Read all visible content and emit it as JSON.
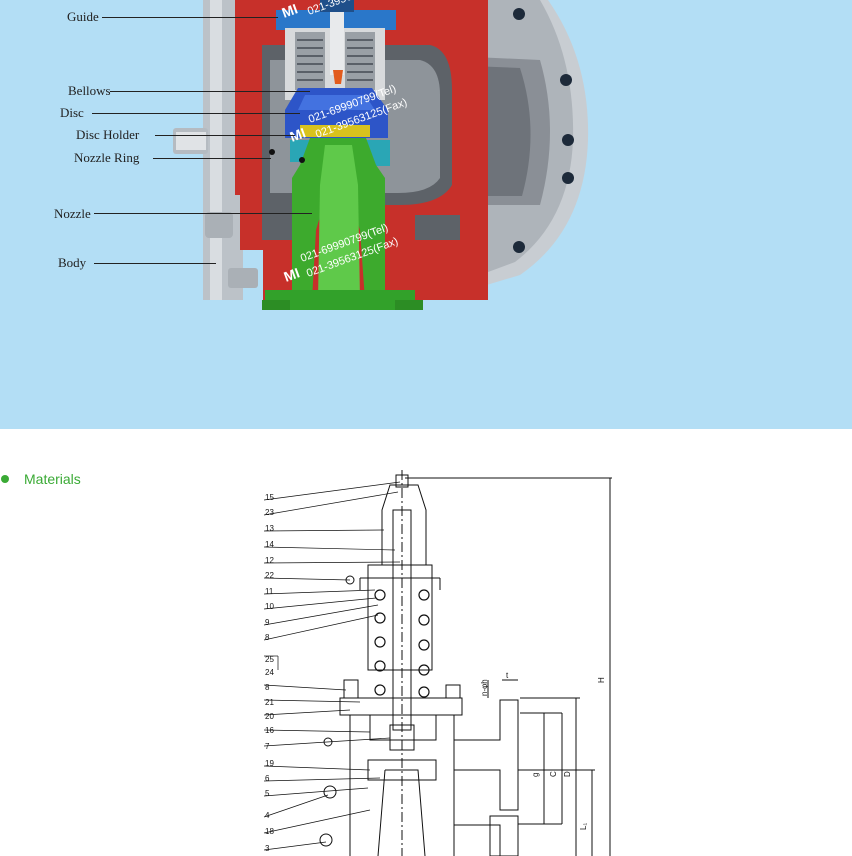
{
  "cutaway": {
    "background": "#b3def5",
    "labels": [
      "Guide",
      "Bellows",
      "Disc",
      "Disc Holder",
      "Nozzle Ring",
      "Nozzle",
      "Body"
    ],
    "watermark": {
      "logo": "MI",
      "tel": "021-69990799(Tel)",
      "fax": "021-39563125(Fax)",
      "top_fragment": "021-3956"
    }
  },
  "section": {
    "title": "Materials",
    "accent": "#3aaa35"
  },
  "drawing": {
    "part_numbers": [
      "15",
      "23",
      "13",
      "14",
      "12",
      "22",
      "11",
      "10",
      "9",
      "8",
      "25",
      "24",
      "8",
      "21",
      "20",
      "16",
      "7",
      "19",
      "6",
      "5",
      "4",
      "18",
      "3"
    ],
    "dimension_labels": [
      "H",
      "n-φh",
      "t",
      "C",
      "D",
      "g",
      "L₁"
    ]
  }
}
